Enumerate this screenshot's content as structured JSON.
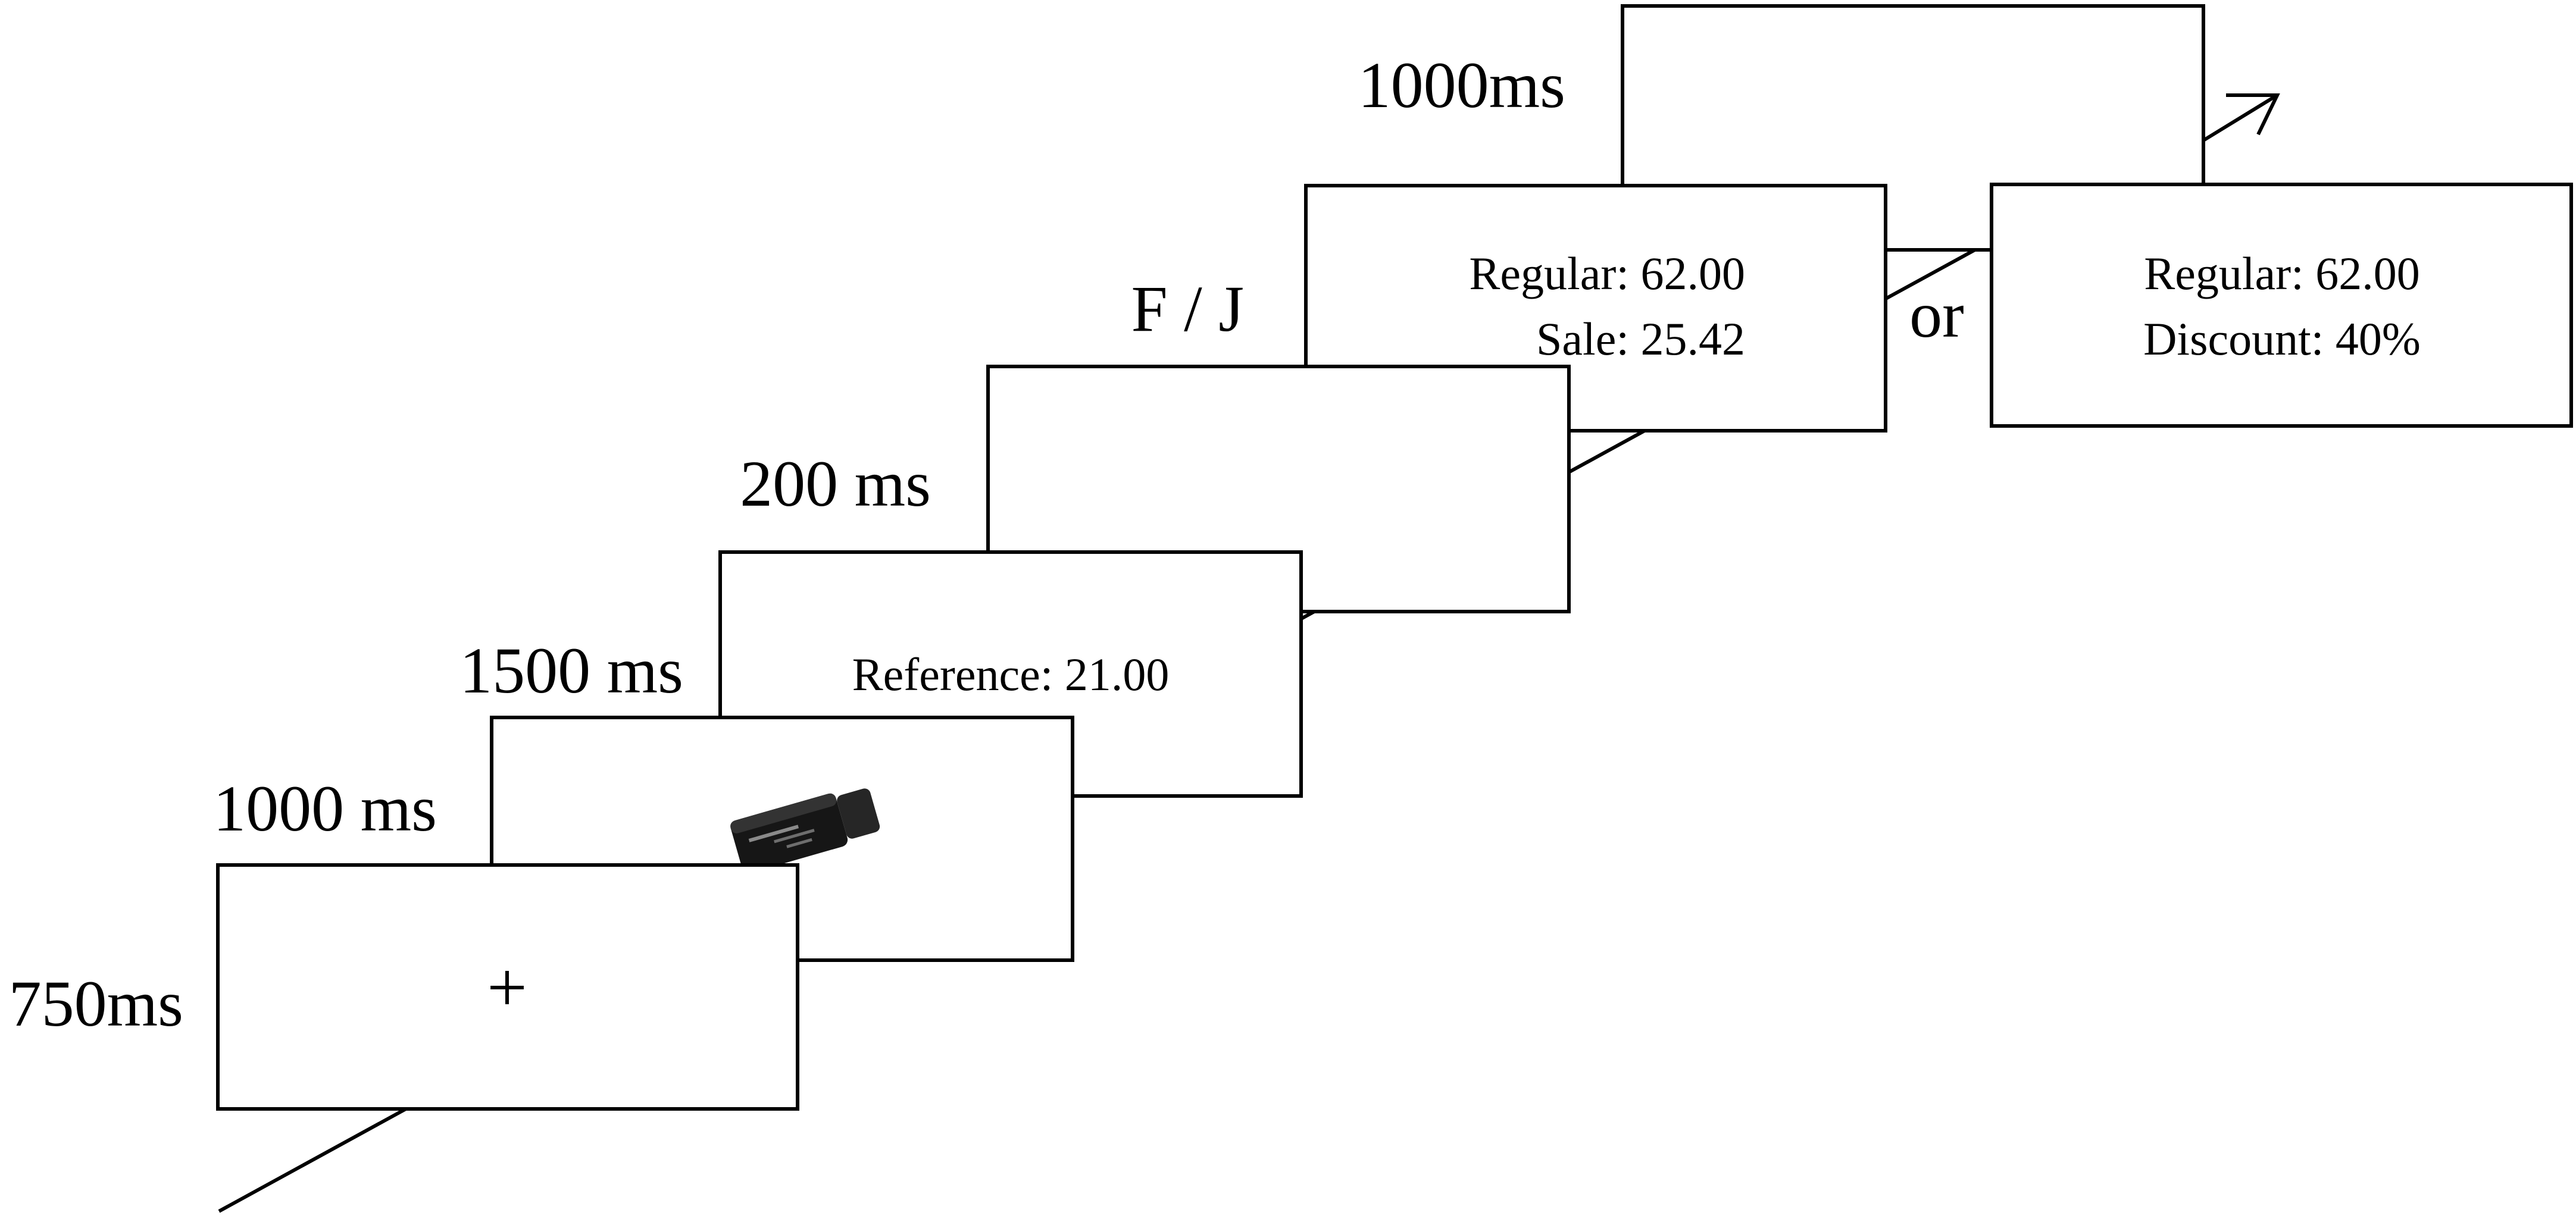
{
  "timeline": {
    "frames": [
      {
        "id": "fixation",
        "duration": "750ms",
        "content": [
          "+"
        ]
      },
      {
        "id": "product",
        "duration": "1000 ms",
        "content": [],
        "image": "usb-flash-drive"
      },
      {
        "id": "reference",
        "duration": "1500 ms",
        "content": [
          "Reference: 21.00"
        ]
      },
      {
        "id": "blank",
        "duration": "200 ms",
        "content": []
      },
      {
        "id": "sale-price",
        "duration": "F / J",
        "content": [
          "Regular: 62.00",
          "Sale: 25.42"
        ]
      },
      {
        "id": "final-blank",
        "duration": "1000ms",
        "content": []
      }
    ],
    "alternative": {
      "connector": "or",
      "content": [
        "Regular: 62.00",
        "Discount: 40%"
      ]
    }
  },
  "colors": {
    "stroke": "#000000",
    "background": "#ffffff",
    "product": "#161616"
  }
}
